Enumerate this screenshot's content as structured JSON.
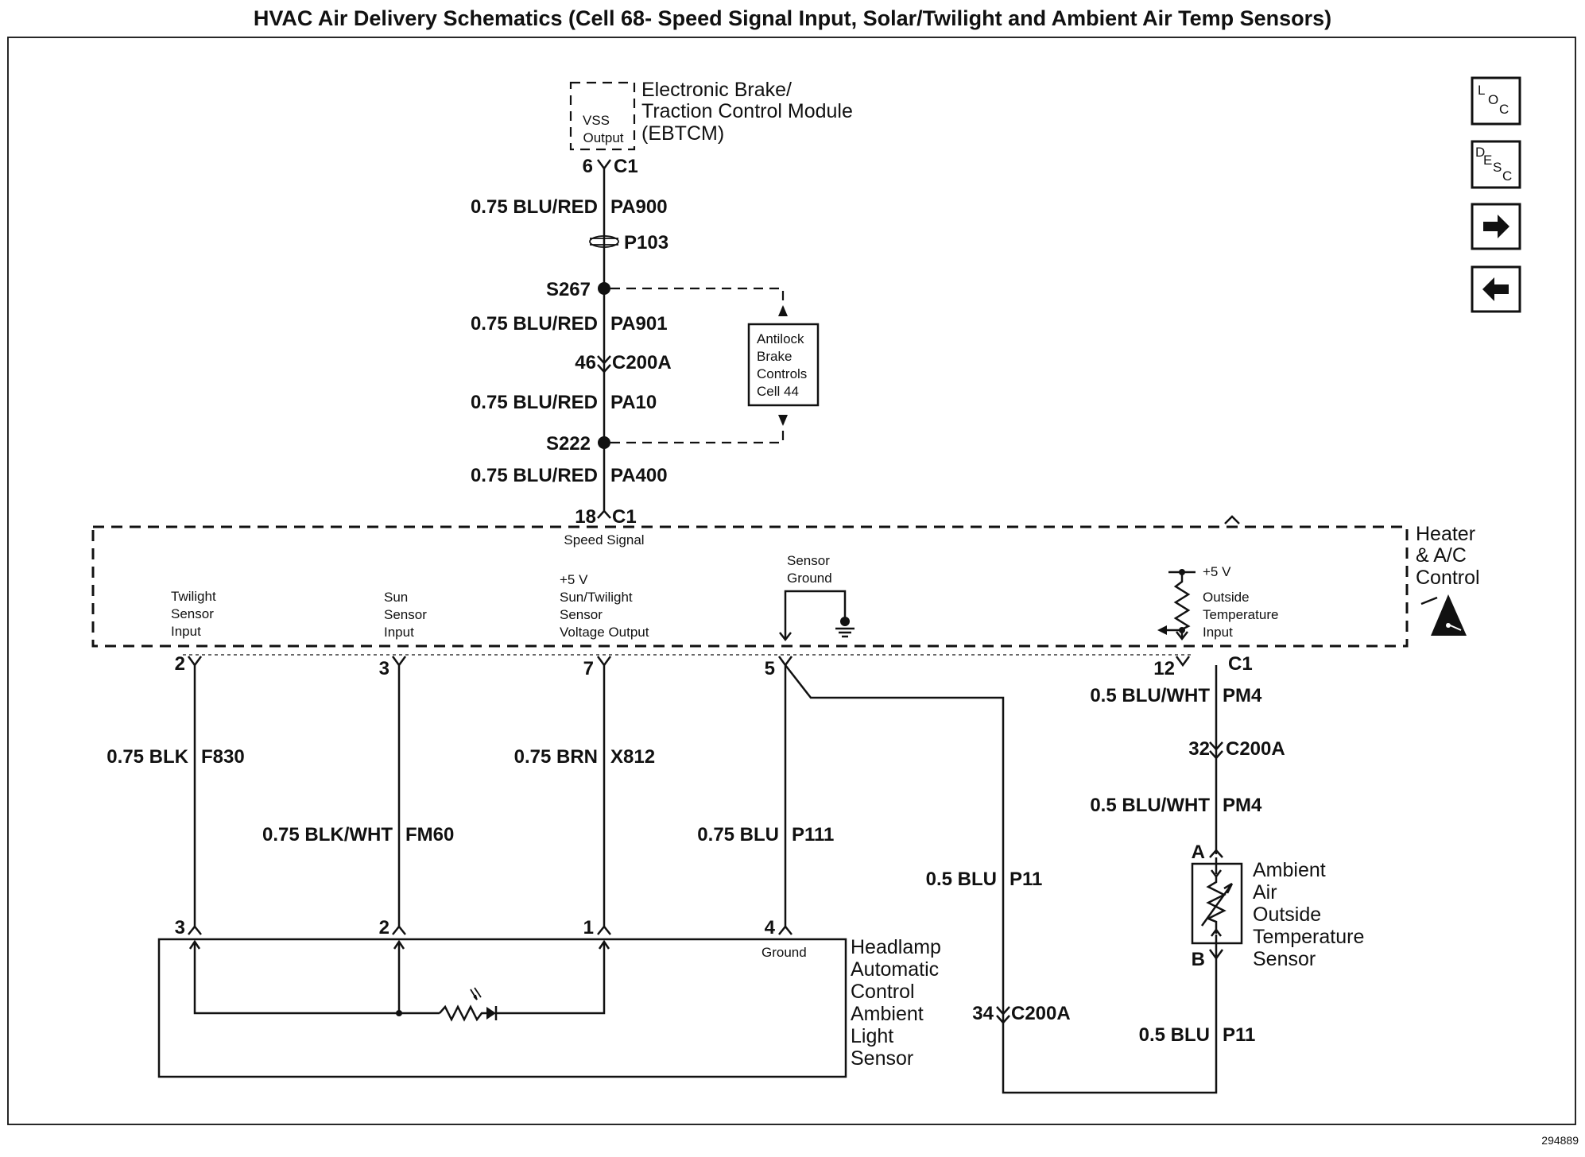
{
  "title": "HVAC Air Delivery Schematics (Cell 68- Speed Signal Input, Solar/Twilight and Ambient Air Temp Sensors)",
  "figure_number": "294889",
  "ebtcm": {
    "inner_label_1": "VSS",
    "inner_label_2": "Output",
    "name_line_1": "Electronic Brake/",
    "name_line_2": "Traction Control Module",
    "name_line_3": "(EBTCM)",
    "pin": "6",
    "connector": "C1"
  },
  "speed_line": {
    "wire_1": {
      "gauge_color": "0.75 BLU/RED",
      "circuit": "PA900"
    },
    "passthrough": "P103",
    "splice_1": "S267",
    "wire_2": {
      "gauge_color": "0.75 BLU/RED",
      "circuit": "PA901"
    },
    "inline_1": {
      "pin": "46",
      "connector": "C200A"
    },
    "wire_3": {
      "gauge_color": "0.75 BLU/RED",
      "circuit": "PA10"
    },
    "splice_2": "S222",
    "wire_4": {
      "gauge_color": "0.75 BLU/RED",
      "circuit": "PA400"
    },
    "hvac_pin": "18",
    "hvac_connector": "C1",
    "hvac_pin_label": "Speed Signal"
  },
  "antilock_box": {
    "line_1": "Antilock",
    "line_2": "Brake",
    "line_3": "Controls",
    "line_4": "Cell 44"
  },
  "hvac_module": {
    "name_line_1": "Heater",
    "name_line_2": "& A/C",
    "name_line_3": "Control",
    "twilight_input": [
      "Twilight",
      "Sensor",
      "Input"
    ],
    "sun_input": [
      "Sun",
      "Sensor",
      "Input"
    ],
    "voltage_output": [
      "+5 V",
      "Sun/Twilight",
      "Sensor",
      "Voltage Output"
    ],
    "sensor_ground": [
      "Sensor",
      "Ground"
    ],
    "outside_temp": {
      "supply": "+5 V",
      "lines": [
        "Outside",
        "Temperature",
        "Input"
      ]
    },
    "pins": {
      "twilight": "2",
      "sun": "3",
      "voltage": "7",
      "ground": "5",
      "outside": "12"
    },
    "connector": "C1"
  },
  "wires": {
    "twilight": {
      "gauge_color": "0.75 BLK",
      "circuit": "F830"
    },
    "sun": {
      "gauge_color": "0.75 BLK/WHT",
      "circuit": "FM60"
    },
    "voltage": {
      "gauge_color": "0.75 BRN",
      "circuit": "X812"
    },
    "ground": {
      "gauge_color": "0.75 BLU",
      "circuit": "P111"
    },
    "ground_branch": {
      "gauge_color": "0.5 BLU",
      "circuit": "P11"
    },
    "ground_inline": {
      "pin": "34",
      "connector": "C200A"
    },
    "outside_1": {
      "gauge_color": "0.5 BLU/WHT",
      "circuit": "PM4"
    },
    "outside_inline": {
      "pin": "32",
      "connector": "C200A"
    },
    "outside_2": {
      "gauge_color": "0.5 BLU/WHT",
      "circuit": "PM4"
    },
    "sensor_return": {
      "gauge_color": "0.5 BLU",
      "circuit": "P11"
    }
  },
  "headlamp_sensor": {
    "pins": {
      "p3": "3",
      "p2": "2",
      "p1": "1",
      "p4": "4"
    },
    "ground_label": "Ground",
    "name": [
      "Headlamp",
      "Automatic",
      "Control",
      "Ambient",
      "Light",
      "Sensor"
    ]
  },
  "ambient_sensor": {
    "pin_a": "A",
    "pin_b": "B",
    "name": [
      "Ambient",
      "Air",
      "Outside",
      "Temperature",
      "Sensor"
    ]
  },
  "nav_buttons": {
    "loc": {
      "l1": "L",
      "l2": "O",
      "l3": "C"
    },
    "desc": {
      "l1": "D",
      "l2": "E",
      "l3": "S",
      "l4": "C"
    },
    "forward_icon": "arrow-right",
    "back_icon": "arrow-left"
  }
}
